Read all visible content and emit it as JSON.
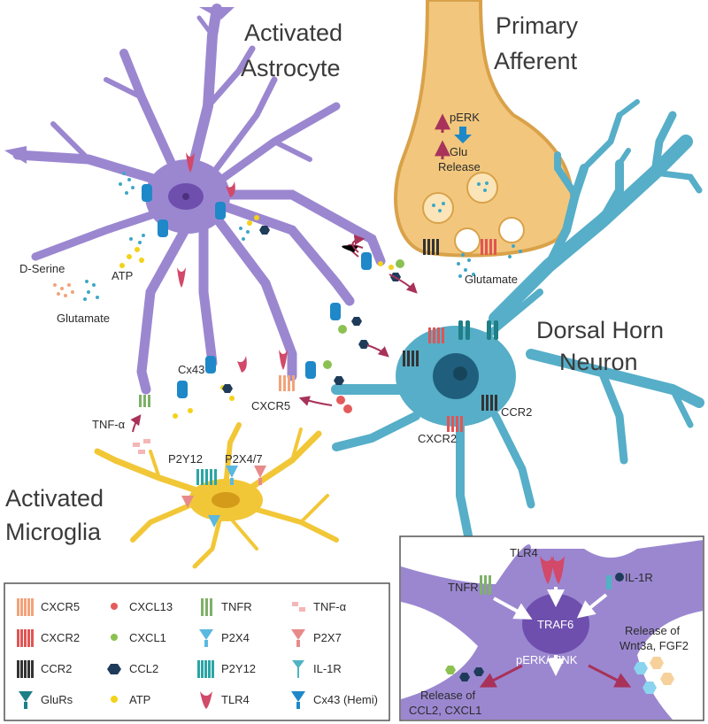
{
  "titles": {
    "astrocyte": [
      "Activated",
      "Astrocyte"
    ],
    "afferent": [
      "Primary",
      "Afferent"
    ],
    "neuron": [
      "Dorsal Horn",
      "Neuron"
    ],
    "microglia": [
      "Activated",
      "Microglia"
    ]
  },
  "labels": {
    "perk": "pERK",
    "glu": "Glu",
    "release": "Release",
    "glutamate_afferent": "Glutamate",
    "d_serine": "D-Serine",
    "atp": "ATP",
    "glutamate_astro": "Glutamate",
    "cx43": "Cx43",
    "cxcr5": "CXCR5",
    "tnf_alpha": "TNF-α",
    "p2y12": "P2Y12",
    "p2x47": "P2X4/7",
    "ccr2": "CCR2",
    "cxcr2": "CXCR2"
  },
  "legend": [
    {
      "label": "CXCR5",
      "icon": "cxcr5-receptor-icon",
      "color": "#f2a37a"
    },
    {
      "label": "CXCL13",
      "icon": "cxcl13-dot-icon",
      "color": "#e45b5b"
    },
    {
      "label": "TNFR",
      "icon": "tnfr-receptor-icon",
      "color": "#7fb069"
    },
    {
      "label": "TNF-α",
      "icon": "tnf-alpha-icon",
      "color": "#f4b6b6"
    },
    {
      "label": "CXCR2",
      "icon": "cxcr2-receptor-icon",
      "color": "#e05555"
    },
    {
      "label": "CXCL1",
      "icon": "cxcl1-dot-icon",
      "color": "#8cc152"
    },
    {
      "label": "P2X4",
      "icon": "p2x4-channel-icon",
      "color": "#5bb8e0"
    },
    {
      "label": "P2X7",
      "icon": "p2x7-channel-icon",
      "color": "#e88a8a"
    },
    {
      "label": "CCR2",
      "icon": "ccr2-receptor-icon",
      "color": "#333333"
    },
    {
      "label": "CCL2",
      "icon": "ccl2-hexagon-icon",
      "color": "#1f3b5a"
    },
    {
      "label": "P2Y12",
      "icon": "p2y12-receptor-icon",
      "color": "#2aa5a5"
    },
    {
      "label": "IL-1R",
      "icon": "il1r-receptor-icon",
      "color": "#4fb3c4"
    },
    {
      "label": "GluRs",
      "icon": "glurs-channel-icon",
      "color": "#1e7f86"
    },
    {
      "label": "ATP",
      "icon": "atp-dot-icon",
      "color": "#f3d21a"
    },
    {
      "label": "TLR4",
      "icon": "tlr4-receptor-icon",
      "color": "#d2496a"
    },
    {
      "label": "Cx43 (Hemi)",
      "icon": "cx43-hemichannel-icon",
      "color": "#1e88c8"
    }
  ],
  "inset": {
    "tlr4": "TLR4",
    "tnfr": "TNFR",
    "il1r": "IL-1R",
    "traf6": "TRAF6",
    "perk_pjnk": "pERK/pJNK",
    "release_left": [
      "Release of",
      "CCL2, CXCL1"
    ],
    "release_right": [
      "Release of",
      "Wnt3a, FGF2"
    ]
  },
  "colors": {
    "astrocyte": "#9b87d0",
    "afferent": "#f2c77d",
    "neuron": "#56aec8",
    "microglia": "#f2c737",
    "arrow": "#a8325a"
  }
}
